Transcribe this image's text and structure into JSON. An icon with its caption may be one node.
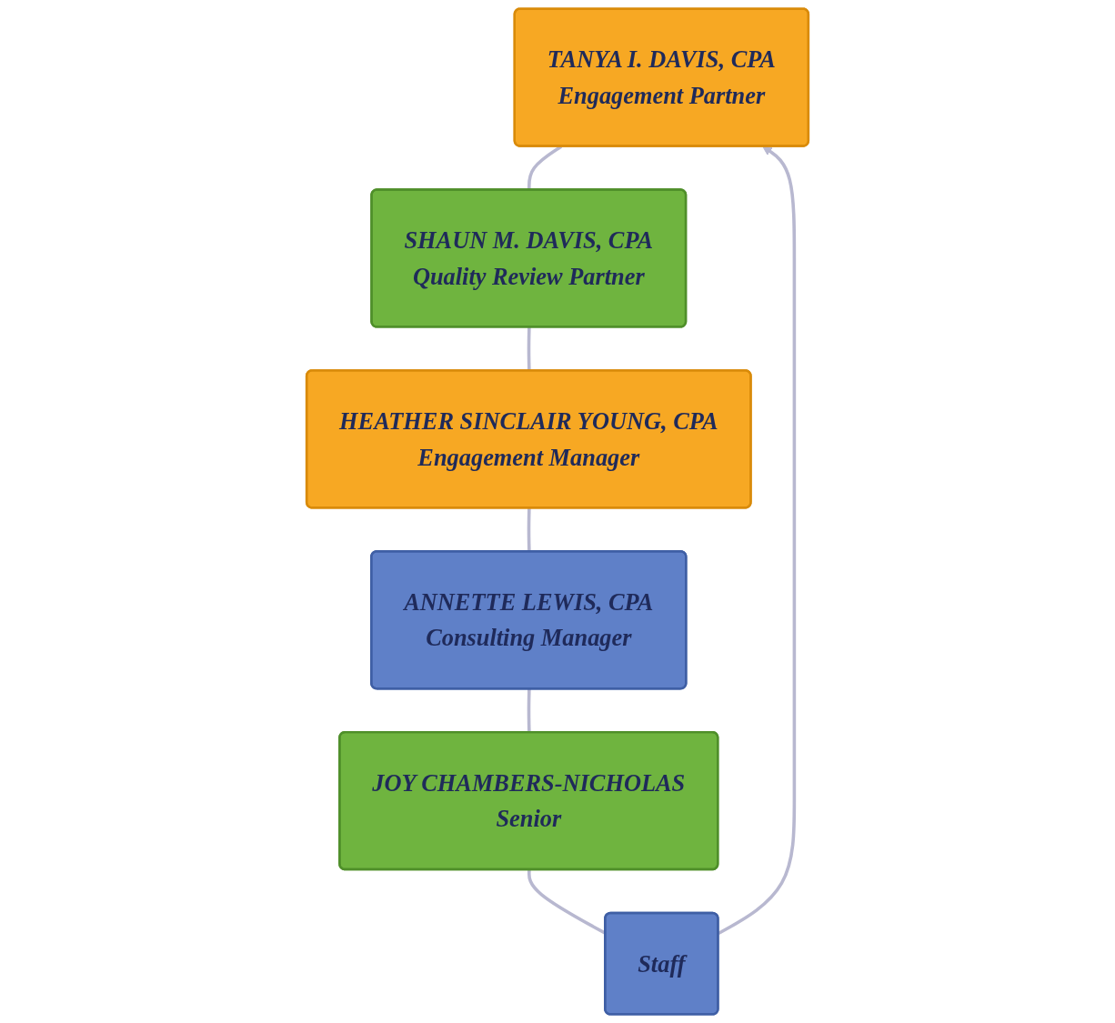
{
  "diagram": {
    "nodes": [
      {
        "text": [
          "TANYA I. DAVIS, CPA",
          "Engagement Partner"
        ]
      },
      {
        "text": [
          "SHAUN M. DAVIS, CPA",
          "Quality Review Partner"
        ]
      },
      {
        "text": [
          "HEATHER SINCLAIR YOUNG, CPA",
          "Engagement Manager"
        ]
      },
      {
        "text": [
          "ANNETTE LEWIS, CPA",
          "Consulting Manager"
        ]
      },
      {
        "text": [
          "JOY CHAMBERS-NICHOLAS",
          "Senior"
        ]
      },
      {
        "text": [
          "Staff"
        ]
      }
    ],
    "edges": [
      {
        "from": 0,
        "to": 1,
        "arrow": "none"
      },
      {
        "from": 1,
        "to": 2,
        "arrow": "none"
      },
      {
        "from": 2,
        "to": 3,
        "arrow": "none"
      },
      {
        "from": 3,
        "to": 4,
        "arrow": "none"
      },
      {
        "from": 4,
        "to": 5,
        "arrow": "none"
      },
      {
        "from": 5,
        "to": 0,
        "arrow": "to"
      }
    ]
  }
}
